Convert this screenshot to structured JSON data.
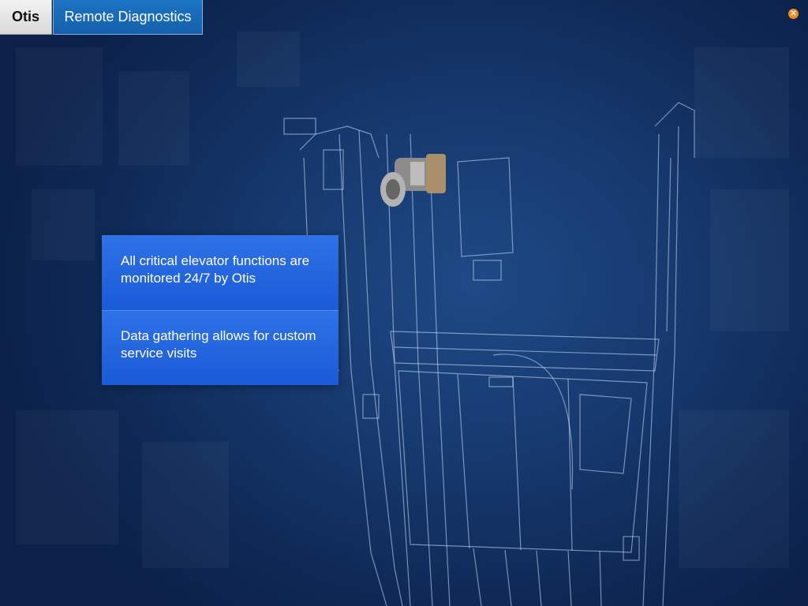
{
  "tabs": {
    "home_label": "Otis",
    "active_label": "Remote Diagnostics"
  },
  "close_button": {
    "icon": "close-icon",
    "symbol": "✕",
    "color": "#f08a1c"
  },
  "callouts": [
    {
      "text": "All critical elevator functions are monitored 24/7 by Otis"
    },
    {
      "text": "Data gathering allows for custom service visits"
    }
  ],
  "colors": {
    "background": "#16386d",
    "callout": "#2563e0",
    "active_tab": "#1a6ab8"
  }
}
